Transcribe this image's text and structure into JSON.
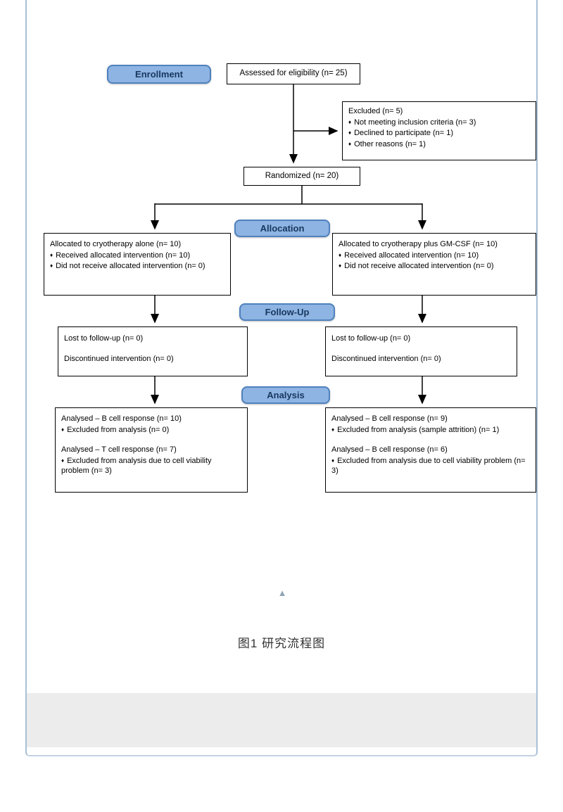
{
  "glyphs": {
    "bullet": "♦",
    "triangle": "▲"
  },
  "caption": "图1 研究流程图",
  "stage_labels": {
    "enrollment": "Enrollment",
    "allocation": "Allocation",
    "followup": "Follow-Up",
    "analysis": "Analysis"
  },
  "boxes": {
    "assessed": {
      "text": "Assessed for eligibility (n= 25)"
    },
    "excluded": {
      "title": "Excluded (n= 5)",
      "bullets": [
        "Not meeting inclusion criteria (n= 3)",
        "Declined to participate (n= 1)",
        "Other reasons (n= 1)"
      ]
    },
    "randomized": {
      "text": "Randomized (n= 20)"
    },
    "alloc_left": {
      "title": "Allocated to cryotherapy alone (n= 10)",
      "bullets": [
        "Received allocated intervention (n= 10)",
        "Did not receive allocated intervention (n= 0)"
      ]
    },
    "alloc_right": {
      "title": "Allocated to cryotherapy plus GM-CSF (n= 10)",
      "bullets": [
        "Received allocated intervention (n= 10)",
        "Did not receive allocated intervention (n= 0)"
      ]
    },
    "followup_left": {
      "line1": "Lost to follow-up (n= 0)",
      "line2": "Discontinued intervention (n= 0)"
    },
    "followup_right": {
      "line1": "Lost to follow-up (n= 0)",
      "line2": "Discontinued intervention (n= 0)"
    },
    "analysis_left": {
      "group1_title": "Analysed – B cell response (n= 10)",
      "group1_bullet": "Excluded from analysis (n= 0)",
      "group2_title": "Analysed – T cell response (n= 7)",
      "group2_bullet": "Excluded from analysis due to cell viability problem (n= 3)"
    },
    "analysis_right": {
      "group1_title": "Analysed – B cell response (n= 9)",
      "group1_bullet": "Excluded from analysis (sample attrition) (n= 1)",
      "group2_title": "Analysed – B cell response (n= 6)",
      "group2_bullet": "Excluded from analysis due to cell viability problem (n= 3)"
    }
  },
  "colors": {
    "stage_fill": "#8eb4e3",
    "stage_border": "#4f81bd",
    "stage_text": "#17375e",
    "frame_border": "#aabfd6",
    "footer_fill": "#ececec"
  }
}
